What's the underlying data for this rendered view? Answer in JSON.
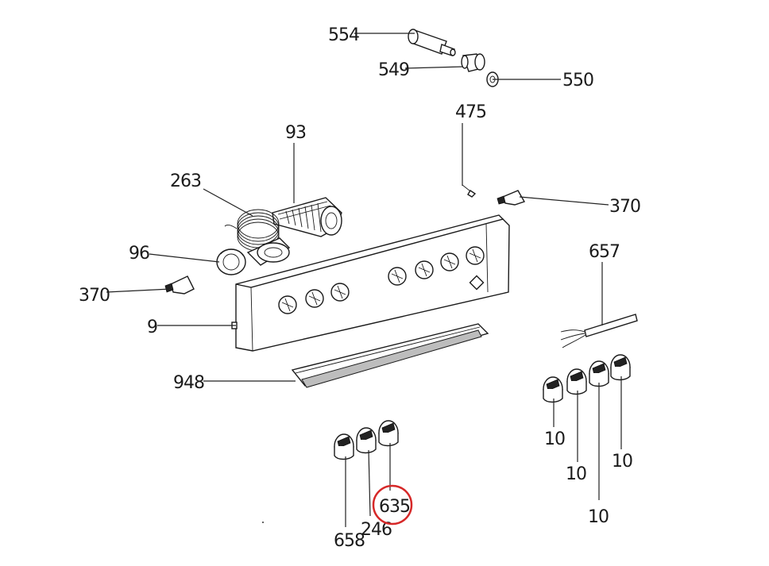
{
  "labels": {
    "l554": "554",
    "l549": "549",
    "l550": "550",
    "l475": "475",
    "l93": "93",
    "l263": "263",
    "l370a": "370",
    "l96": "96",
    "l370b": "370",
    "l657": "657",
    "l9": "9",
    "l948": "948",
    "l10a": "10",
    "l10b": "10",
    "l10c": "10",
    "l10d": "10",
    "l658": "658",
    "l246": "246",
    "l635": "635"
  },
  "highlight": {
    "target": "635",
    "color": "#d62828"
  }
}
